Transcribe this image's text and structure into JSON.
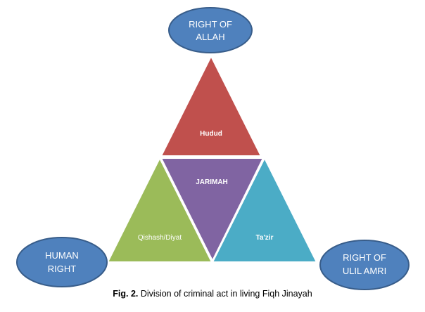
{
  "diagram": {
    "nodes": {
      "top": {
        "line1": "RIGHT OF",
        "line2": "ALLAH"
      },
      "left": {
        "line1": "HUMAN",
        "line2": "RIGHT"
      },
      "right": {
        "line1": "RIGHT OF",
        "line2": "ULIL AMRI"
      }
    },
    "segments": {
      "top": "Hudud",
      "center": "JARIMAH",
      "left": "Qishash/Diyat",
      "right": "Ta'zir"
    },
    "colors": {
      "ellipse_fill": "#4f81bd",
      "ellipse_stroke": "#385d8a",
      "top_triangle": "#c0504d",
      "center_triangle": "#8064a2",
      "left_triangle": "#9bbb59",
      "right_triangle": "#4bacc6"
    }
  },
  "caption": {
    "label": "Fig. 2.",
    "text": " Division of criminal act in living Fiqh Jinayah"
  }
}
